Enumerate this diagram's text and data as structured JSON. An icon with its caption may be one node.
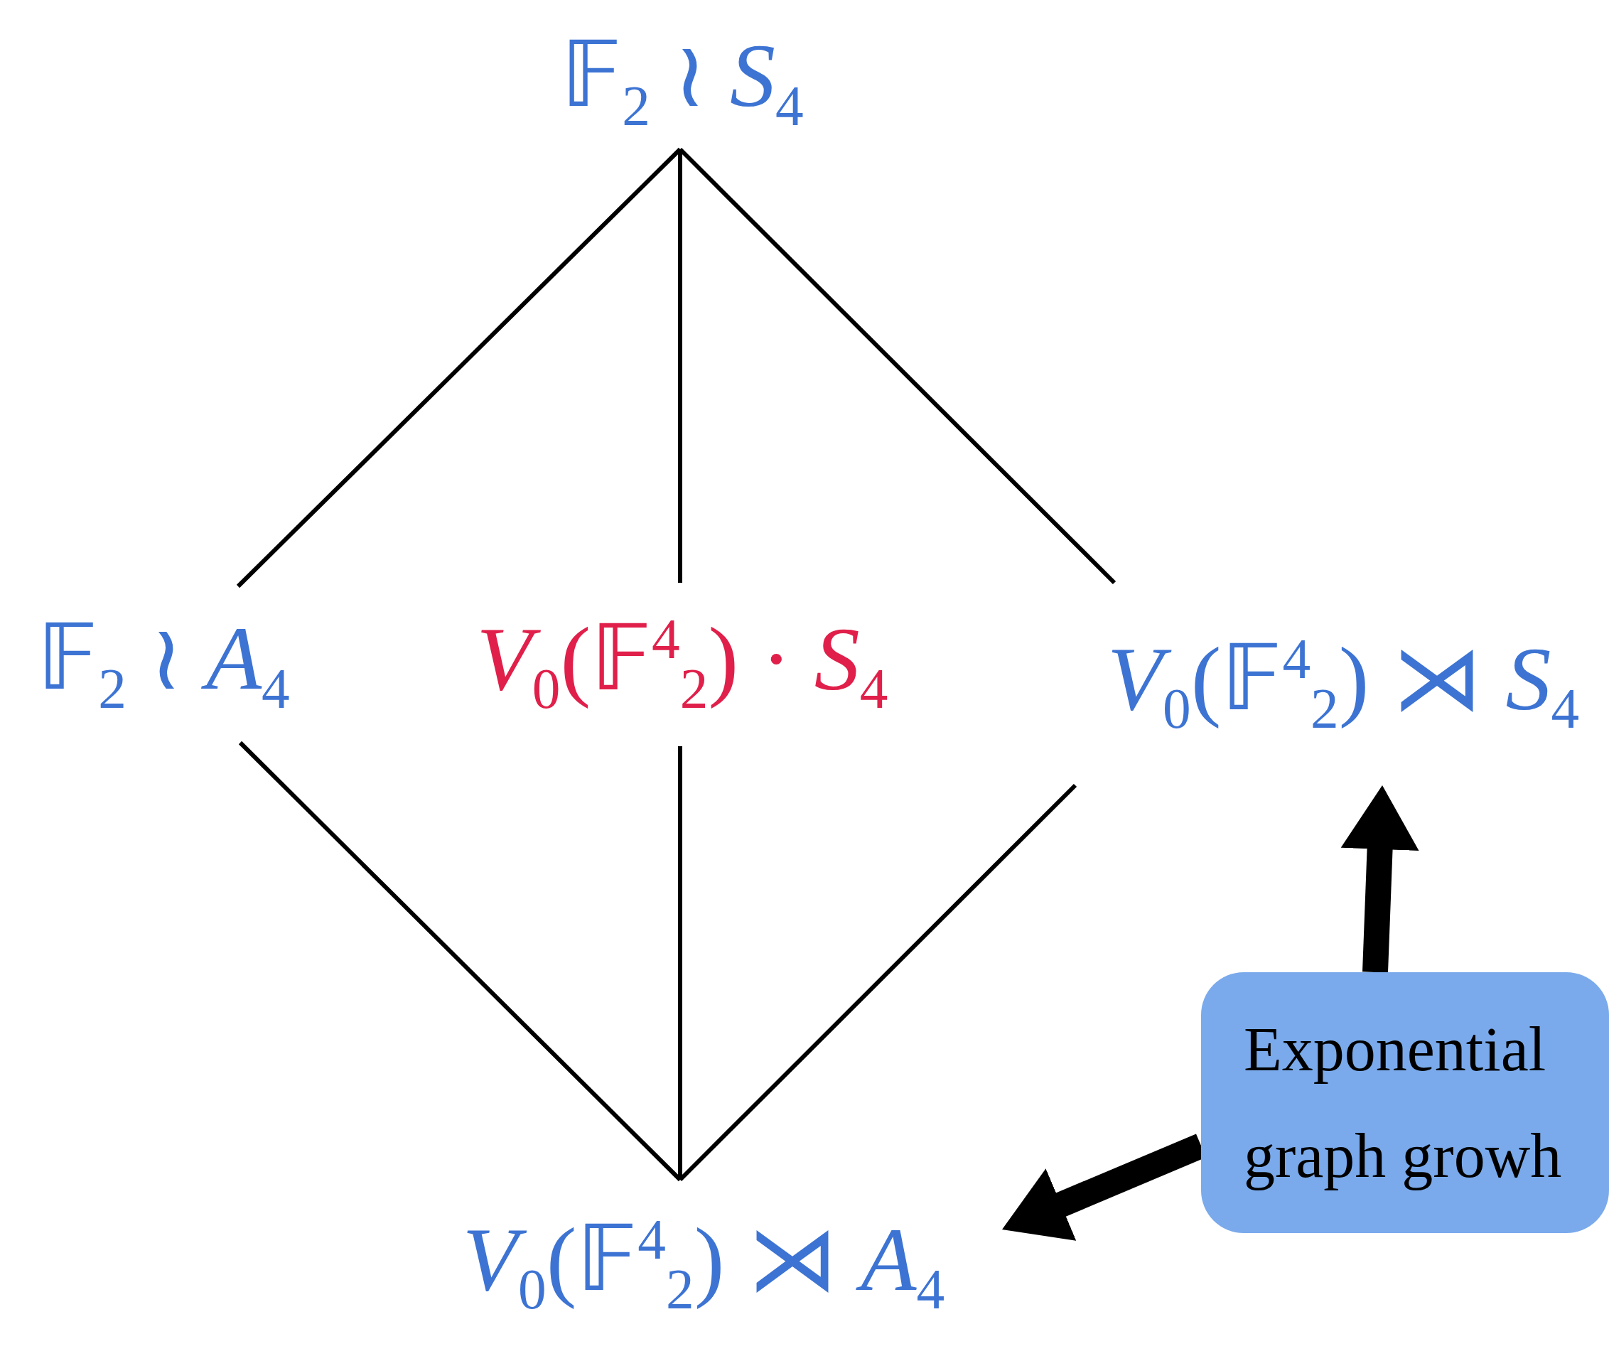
{
  "diagram": {
    "nodes": [
      {
        "text": [
          "𝔽$_{2}$ ≀ *S*$_{4}$"
        ]
      },
      {
        "text": [
          "𝔽$_{2}$ ≀ *A*$_{4}$"
        ]
      },
      {
        "text": [
          "*V*$_{0}$(𝔽$^{4}$$_{2}$) · *S*$_{4}$"
        ]
      },
      {
        "text": [
          "*V*$_{0}$(𝔽$^{4}$$_{2}$) ⋊ *S*$_{4}$"
        ]
      },
      {
        "text": [
          "*V*$_{0}$(𝔽$^{4}$$_{2}$) ⋊ *A*$_{4}$"
        ]
      },
      {
        "text": [
          "Exponential graph growh"
        ]
      }
    ],
    "edges": [
      {
        "from": 0,
        "to": 1,
        "arrow": "none"
      },
      {
        "from": 0,
        "to": 2,
        "arrow": "none"
      },
      {
        "from": 0,
        "to": 3,
        "arrow": "none"
      },
      {
        "from": 1,
        "to": 4,
        "arrow": "none"
      },
      {
        "from": 2,
        "to": 4,
        "arrow": "none"
      },
      {
        "from": 3,
        "to": 4,
        "arrow": "none"
      },
      {
        "from": 5,
        "to": 3,
        "arrow": "to",
        "style": "thick"
      },
      {
        "from": 5,
        "to": 4,
        "arrow": "to",
        "style": "thick"
      }
    ]
  }
}
